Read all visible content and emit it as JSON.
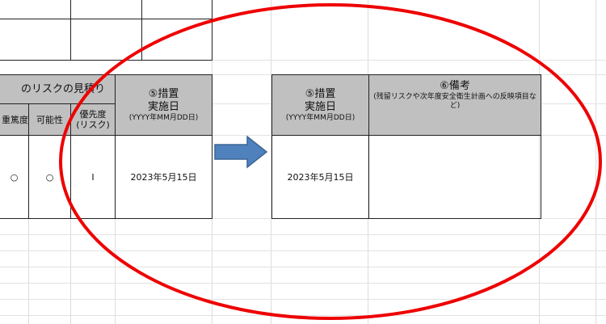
{
  "left_table": {
    "group_header": "のリスクの見積り",
    "col_severity": "重篤度",
    "col_likelihood": "可能性",
    "col_priority_line1": "優先度",
    "col_priority_line2": "(リスク)",
    "col_date_line1": "⑤措置",
    "col_date_line2": "実施日",
    "col_date_line3": "(YYYY年MM月DD日)",
    "severity_value": "○",
    "likelihood_value": "○",
    "priority_value": "Ⅰ",
    "date_value": "2023年5月15日"
  },
  "right_table": {
    "col_date_line1": "⑤措置",
    "col_date_line2": "実施日",
    "col_date_line3": "(YYYY年MM月DD日)",
    "col_remarks_line1": "⑥備考",
    "col_remarks_line2": "(残留リスクや次年度安全衛生計画への反映項目など)",
    "date_value": "2023年5月15日",
    "remarks_value": ""
  },
  "colors": {
    "ellipse": "#ee0000",
    "arrow": "#4f81bd",
    "header_fill": "#c0c0c0"
  }
}
